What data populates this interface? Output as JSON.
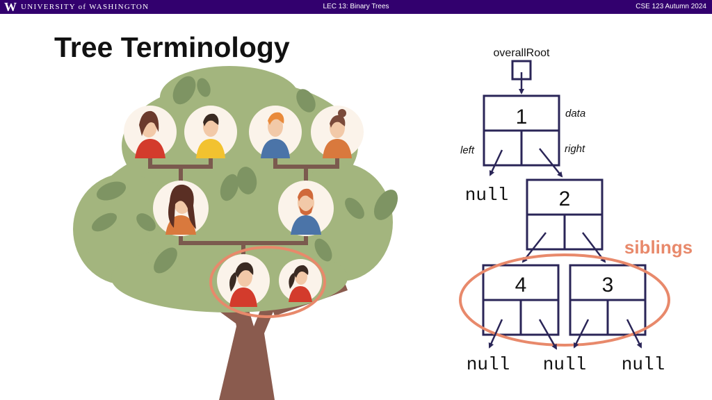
{
  "header": {
    "logo_letter": "W",
    "university": "UNIVERSITY of WASHINGTON",
    "lecture": "LEC 13: Binary Trees",
    "course": "CSE 123 Autumn 2024"
  },
  "slide": {
    "title": "Tree Terminology"
  },
  "diagram": {
    "root_label": "overallRoot",
    "field_data": "data",
    "field_left": "left",
    "field_right": "right",
    "siblings_label": "siblings",
    "nodes": {
      "n1": "1",
      "n2": "2",
      "n4": "4",
      "n3": "3"
    },
    "nulls": {
      "a": "null",
      "b": "null",
      "c": "null",
      "d": "null"
    }
  },
  "colors": {
    "header_bg": "#32006e",
    "node_stroke": "#2a2557",
    "highlight": "#e8896b",
    "foliage": "#a3b57e",
    "trunk": "#8a5b4e"
  }
}
